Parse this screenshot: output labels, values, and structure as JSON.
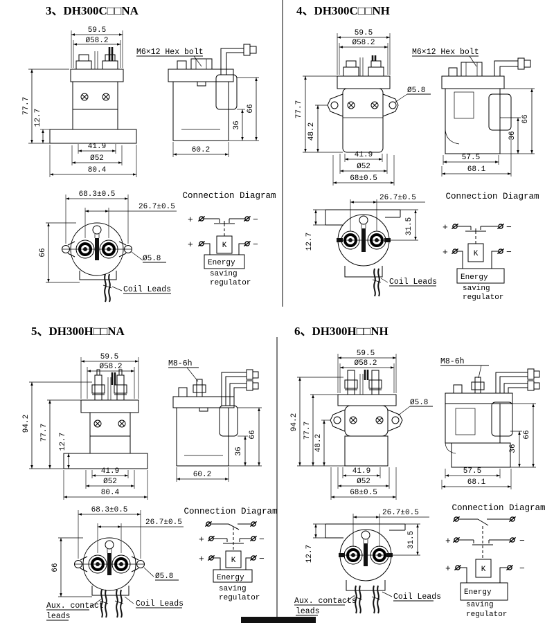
{
  "page": {
    "background": "#ffffff",
    "line_color": "#000000"
  },
  "quadrants": [
    {
      "title": "3、DH300C□□NA",
      "front": {
        "w": "59.5",
        "dia": "Ø58.2",
        "h": "77.7",
        "flange": "12.7",
        "inner": "41.9",
        "dia2": "Ø52",
        "total": "80.4"
      },
      "side": {
        "bolt": "M6×12 Hex bolt",
        "h": "66",
        "step": "36",
        "w": "60.2"
      },
      "bottom": {
        "mount": "68.3±0.5",
        "pitch": "26.7±0.5",
        "h": "66",
        "hole": "Ø5.8",
        "coil": "Coil Leads"
      },
      "conn": {
        "title": "Connection Diagram",
        "plus": "+",
        "minus": "−",
        "k": "K",
        "r1": "Energy",
        "r2": "saving",
        "r3": "regulator"
      }
    },
    {
      "title": "4、DH300C□□NH",
      "front": {
        "w": "59.5",
        "dia": "Ø58.2",
        "h": "77.7",
        "mid": "48.2",
        "inner": "41.9",
        "dia2": "Ø52",
        "total": "68±0.5",
        "hole": "Ø5.8"
      },
      "side": {
        "bolt": "M6×12 Hex bolt",
        "h": "66",
        "step": "36",
        "w1": "57.5",
        "w2": "68.1"
      },
      "bottom": {
        "pitch": "26.7±0.5",
        "sideh": "31.5",
        "off": "12.7",
        "coil": "Coil Leads"
      },
      "conn": {
        "title": "Connection Diagram",
        "plus": "+",
        "minus": "−",
        "k": "K",
        "r1": "Energy",
        "r2": "saving",
        "r3": "regulator"
      }
    },
    {
      "title": "5、DH300H□□NA",
      "front": {
        "w": "59.5",
        "dia": "Ø58.2",
        "th": "94.2",
        "h": "77.7",
        "flange": "12.7",
        "inner": "41.9",
        "dia2": "Ø52",
        "total": "80.4"
      },
      "side": {
        "bolt": "M8-6h",
        "h": "66",
        "step": "36",
        "w": "60.2"
      },
      "bottom": {
        "mount": "68.3±0.5",
        "pitch": "26.7±0.5",
        "h": "66",
        "hole": "Ø5.8",
        "aux1": "Aux. contact",
        "aux2": "leads",
        "coil": "Coil Leads"
      },
      "conn": {
        "title": "Connection Diagram",
        "plus": "+",
        "minus": "−",
        "k": "K",
        "r1": "Energy",
        "r2": "saving",
        "r3": "regulator"
      }
    },
    {
      "title": "6、DH300H□□NH",
      "front": {
        "w": "59.5",
        "dia": "Ø58.2",
        "th": "94.2",
        "h": "77.7",
        "mid": "48.2",
        "inner": "41.9",
        "dia2": "Ø52",
        "total": "68±0.5",
        "hole": "Ø5.8"
      },
      "side": {
        "bolt": "M8-6h",
        "h": "66",
        "step": "36",
        "w1": "57.5",
        "w2": "68.1"
      },
      "bottom": {
        "pitch": "26.7±0.5",
        "sideh": "31.5",
        "off": "12.7",
        "aux1": "Aux. contacts",
        "aux2": "leads",
        "coil": "Coil Leads"
      },
      "conn": {
        "title": "Connection Diagram",
        "plus": "+",
        "minus": "−",
        "k": "K",
        "r1": "Energy",
        "r2": "saving",
        "r3": "regulator"
      }
    }
  ]
}
